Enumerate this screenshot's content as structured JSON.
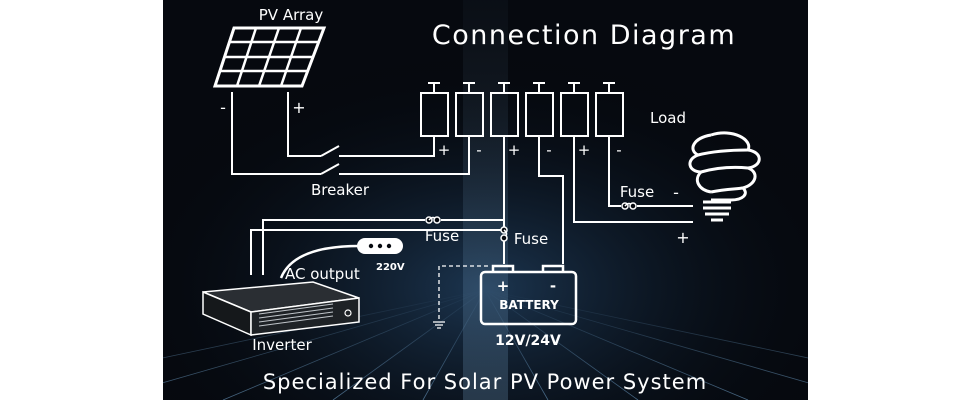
{
  "title": "Connection Diagram",
  "footer": "Specialized For Solar PV Power System",
  "labels": {
    "pv_array": "PV Array",
    "breaker": "Breaker",
    "load": "Load",
    "fuse_load": "Fuse",
    "fuse_inverter": "Fuse",
    "fuse_battery": "Fuse",
    "ac_output": "AC output",
    "ac_voltage": "220V",
    "inverter": "Inverter",
    "battery": "BATTERY",
    "battery_voltage": "12V/24V"
  },
  "polarity": {
    "pv_neg": "-",
    "pv_pos": "+",
    "t1": "+",
    "t2": "-",
    "t3": "+",
    "t4": "-",
    "t5": "+",
    "t6": "-",
    "load_neg": "-",
    "load_pos": "+",
    "bat_pos": "+",
    "bat_neg": "-"
  },
  "colors": {
    "background": "#06090f",
    "grid_glow": "#5b8fb8",
    "line": "#ffffff"
  }
}
